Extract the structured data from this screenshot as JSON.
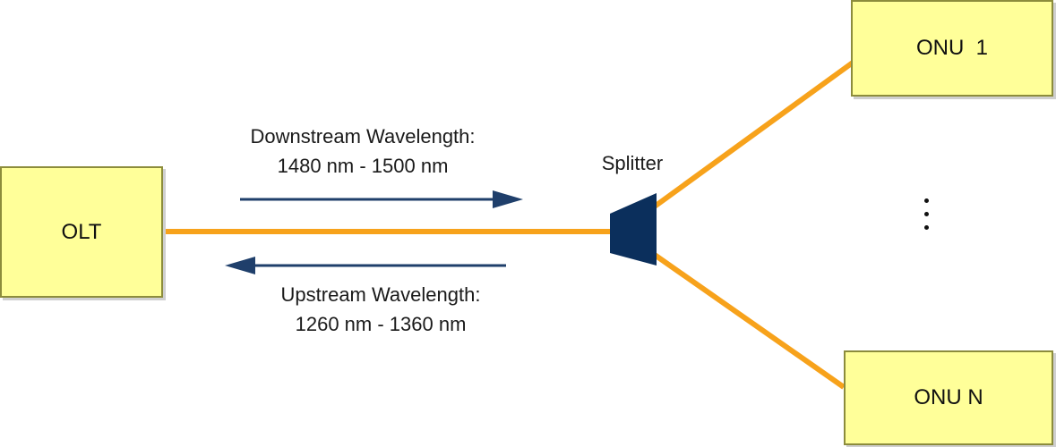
{
  "nodes": {
    "olt": "OLT",
    "onu_first": "ONU  1",
    "onu_last": "ONU N"
  },
  "splitter": {
    "label": "Splitter"
  },
  "downstream": {
    "line1": "Downstream Wavelength:",
    "line2": "1480 nm - 1500 nm"
  },
  "upstream": {
    "line1": "Upstream Wavelength:",
    "line2": "1260 nm - 1360 nm"
  },
  "colors": {
    "fiber": "#f7a21b",
    "arrow": "#1f3f6b",
    "splitter": "#0b2f5c",
    "box_fill": "#ffff99",
    "box_border": "#8c8c3c"
  }
}
